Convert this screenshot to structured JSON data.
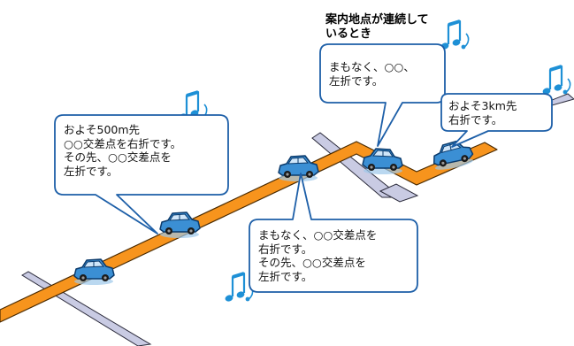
{
  "heading": [
    "案内地点が連続して",
    "いるとき"
  ],
  "bubbles": [
    {
      "id": "b500",
      "lines": [
        "およそ500m先",
        "○○交差点を右折です。",
        "その先、○○交差点を",
        "左折です。"
      ]
    },
    {
      "id": "bnear_mid",
      "lines": [
        "まもなく、○○交差点を",
        "右折です。",
        "その先、○○交差点を",
        "左折です。"
      ]
    },
    {
      "id": "bnear_top",
      "lines": [
        "まもなく、○○、",
        "左折です。"
      ]
    },
    {
      "id": "b3km",
      "lines": [
        "およそ3km先",
        "右折です。"
      ]
    }
  ],
  "colors": {
    "route": "#f7941d",
    "side_road": "#c9cbe3",
    "bubble_fill": "#ffffff",
    "bubble_stroke": "#1d5fa8",
    "car_body": "#3b8fd4",
    "music_note": "#1e90d6"
  },
  "icons": {
    "car": "car-icon",
    "note": "music-note-icon"
  }
}
